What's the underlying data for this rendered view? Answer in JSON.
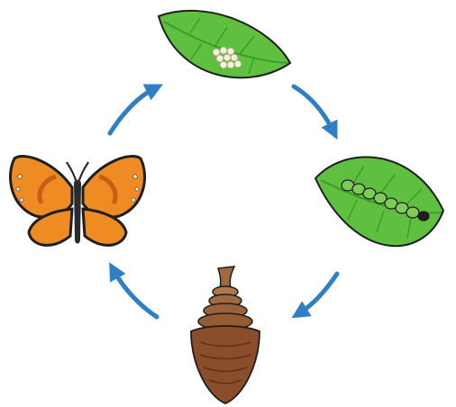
{
  "diagram": {
    "title": "",
    "stages": [
      {
        "name": "eggs",
        "icon": "eggs-on-leaf-icon"
      },
      {
        "name": "caterpillar",
        "icon": "caterpillar-on-leaf-icon"
      },
      {
        "name": "pupa",
        "icon": "chrysalis-icon"
      },
      {
        "name": "butterfly",
        "icon": "butterfly-icon"
      }
    ],
    "arrow_color": "#2f7fc6",
    "colors": {
      "leaf": "#5fbf3f",
      "leaf_dark": "#3f9a2c",
      "caterpillar": "#7ccc5a",
      "chrysalis": "#8a4e2a",
      "chrysalis_top": "#a06a40",
      "butterfly_orange": "#ee8b22",
      "butterfly_dark": "#2b2b2b"
    }
  }
}
